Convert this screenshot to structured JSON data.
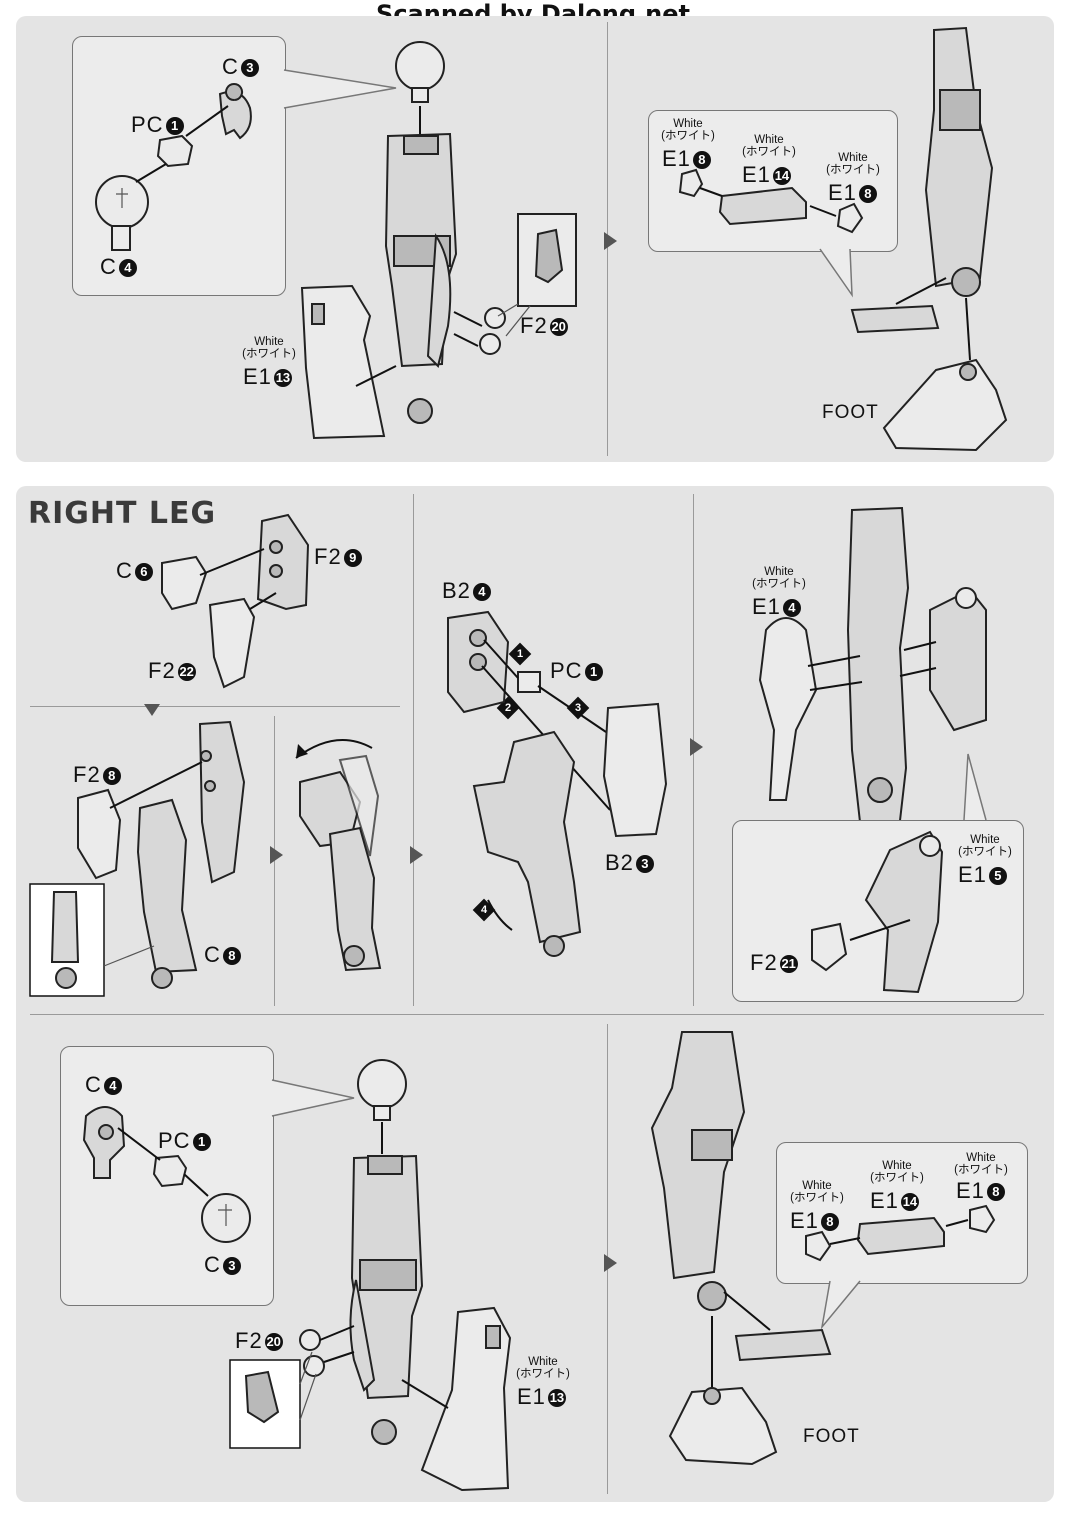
{
  "header": {
    "scan_credit": "Scanned by Dalong.net"
  },
  "sections": {
    "right_leg_title": "RIGHT LEG"
  },
  "labels": {
    "white": "White",
    "white_jp": "(ホワイト)",
    "foot": "FOOT"
  },
  "parts": {
    "top": {
      "c3": {
        "name": "C",
        "num": "3"
      },
      "pc1": {
        "name": "PC",
        "num": "1"
      },
      "c4": {
        "name": "C",
        "num": "4"
      },
      "f2_20": {
        "name": "F2",
        "num": "20"
      },
      "e1_13": {
        "name": "E1",
        "num": "13"
      },
      "e1_8_a": {
        "name": "E1",
        "num": "8"
      },
      "e1_14": {
        "name": "E1",
        "num": "14"
      },
      "e1_8_b": {
        "name": "E1",
        "num": "8"
      }
    },
    "middle": {
      "c6": {
        "name": "C",
        "num": "6"
      },
      "f2_9": {
        "name": "F2",
        "num": "9"
      },
      "f2_22": {
        "name": "F2",
        "num": "22"
      },
      "f2_8": {
        "name": "F2",
        "num": "8"
      },
      "c8": {
        "name": "C",
        "num": "8"
      },
      "b2_4": {
        "name": "B2",
        "num": "4"
      },
      "pc1": {
        "name": "PC",
        "num": "1"
      },
      "b2_3": {
        "name": "B2",
        "num": "3"
      },
      "e1_4": {
        "name": "E1",
        "num": "4"
      },
      "e1_5": {
        "name": "E1",
        "num": "5"
      },
      "f2_21": {
        "name": "F2",
        "num": "21"
      }
    },
    "bottom": {
      "c4": {
        "name": "C",
        "num": "4"
      },
      "pc1": {
        "name": "PC",
        "num": "1"
      },
      "c3": {
        "name": "C",
        "num": "3"
      },
      "f2_20": {
        "name": "F2",
        "num": "20"
      },
      "e1_13": {
        "name": "E1",
        "num": "13"
      },
      "e1_8_a": {
        "name": "E1",
        "num": "8"
      },
      "e1_14": {
        "name": "E1",
        "num": "14"
      },
      "e1_8_b": {
        "name": "E1",
        "num": "8"
      }
    }
  },
  "steps": [
    "1",
    "2",
    "3",
    "4"
  ]
}
